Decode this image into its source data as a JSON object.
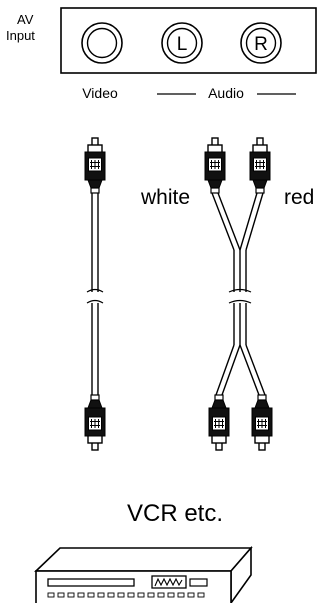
{
  "panel": {
    "label_line1": "AV",
    "label_line2": "Input",
    "jack_left_letter": "L",
    "jack_right_letter": "R",
    "video_label": "Video",
    "audio_label": "Audio"
  },
  "cables": {
    "left_color_label": "white",
    "right_color_label": "red"
  },
  "device": {
    "label": "VCR etc."
  }
}
